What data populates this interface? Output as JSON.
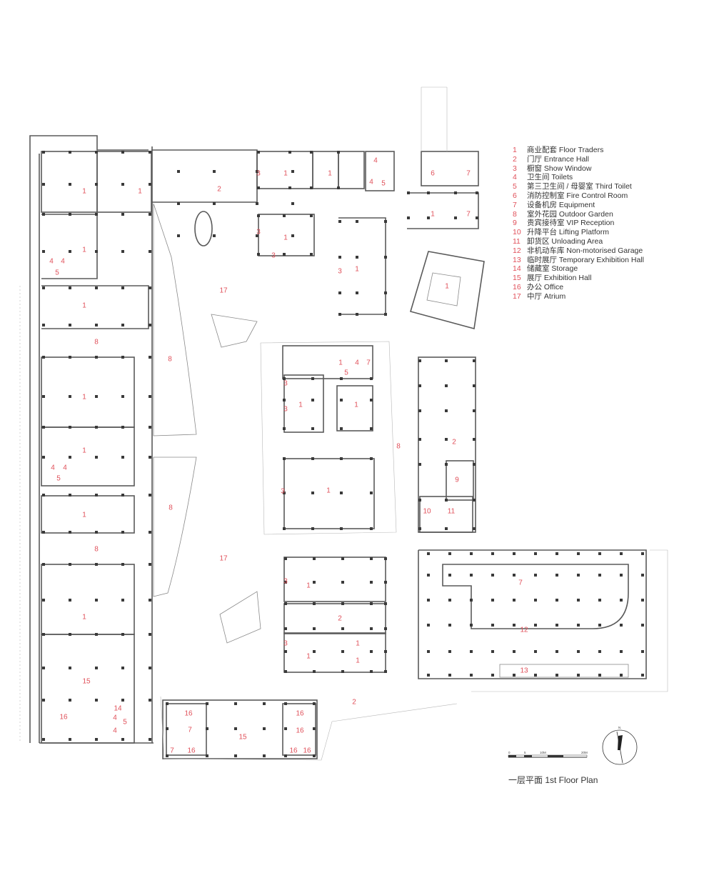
{
  "legend": [
    {
      "num": "1",
      "text": "商业配套 Floor Traders"
    },
    {
      "num": "2",
      "text": "门厅 Entrance Hall"
    },
    {
      "num": "3",
      "text": "橱窗 Show Window"
    },
    {
      "num": "4",
      "text": "卫生间 Toilets"
    },
    {
      "num": "5",
      "text": "第三卫生间 / 母婴室 Third Toilet"
    },
    {
      "num": "6",
      "text": "消防控制室 Fire Control Room"
    },
    {
      "num": "7",
      "text": "设备机房 Equipment"
    },
    {
      "num": "8",
      "text": "室外花园 Outdoor Garden"
    },
    {
      "num": "9",
      "text": "贵宾接待室 VIP Reception"
    },
    {
      "num": "10",
      "text": "升降平台 Lifting Platform"
    },
    {
      "num": "11",
      "text": "卸货区 Unloading Area"
    },
    {
      "num": "12",
      "text": "非机动车库 Non-motorised Garage"
    },
    {
      "num": "13",
      "text": "临时展厅 Temporary Exhibition Hall"
    },
    {
      "num": "14",
      "text": "储藏室 Storage"
    },
    {
      "num": "15",
      "text": "展厅 Exhibition Hall"
    },
    {
      "num": "16",
      "text": "办公 Office"
    },
    {
      "num": "17",
      "text": "中厅 Atrium"
    }
  ],
  "caption": "一层平面 1st Floor Plan",
  "scale_labels": [
    "0",
    "5",
    "10M",
    "20M"
  ],
  "north_label": "N",
  "colors": {
    "label": "#e0505a",
    "wall": "#5a5a5a",
    "column": "#3a3a3a"
  }
}
